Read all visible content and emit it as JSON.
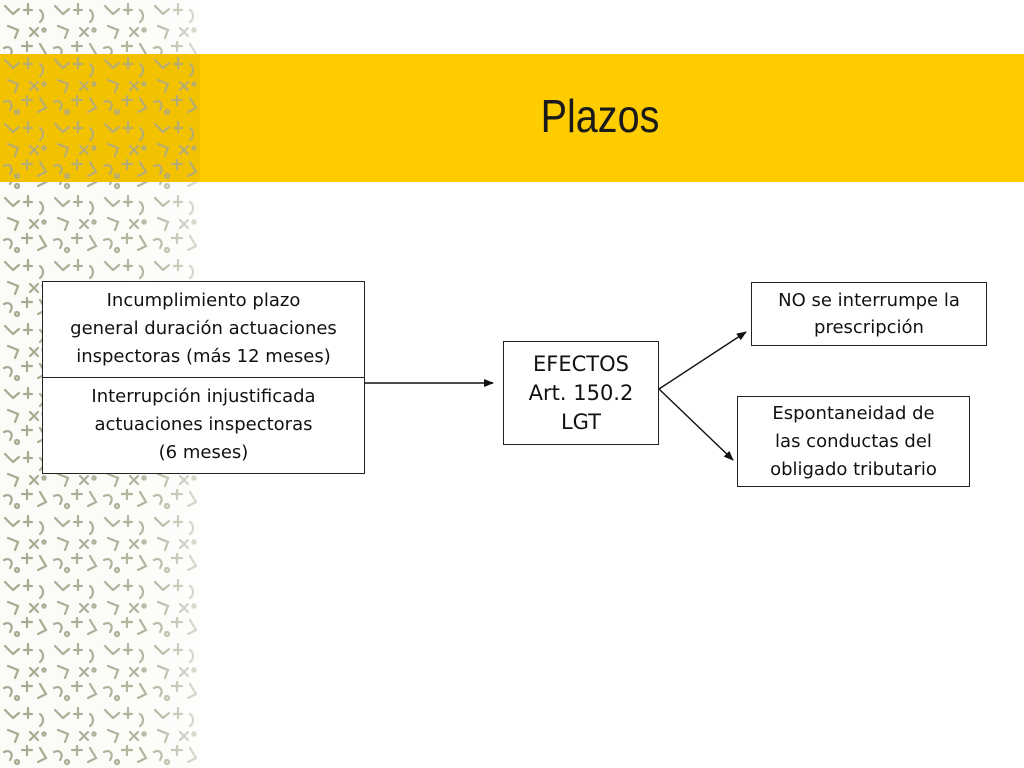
{
  "slide": {
    "title": "Plazos",
    "colors": {
      "title_band": "#ffcc00",
      "pattern": "#9a9a80",
      "border": "#222222"
    }
  },
  "diagram": {
    "left_box": {
      "top_lines": [
        "Incumplimiento plazo",
        "general duración actuaciones",
        "inspectoras (más 12 meses)"
      ],
      "bottom_lines": [
        "Interrupción injustificada",
        "actuaciones inspectoras",
        "(6 meses)"
      ]
    },
    "center_box": {
      "lines": [
        "EFECTOS",
        "Art. 150.2",
        "LGT"
      ]
    },
    "right_top_box": {
      "lines": [
        "NO se interrumpe la",
        "prescripción"
      ]
    },
    "right_bottom_box": {
      "lines": [
        "Espontaneidad de",
        "las conductas del",
        "obligado tributario"
      ]
    }
  }
}
